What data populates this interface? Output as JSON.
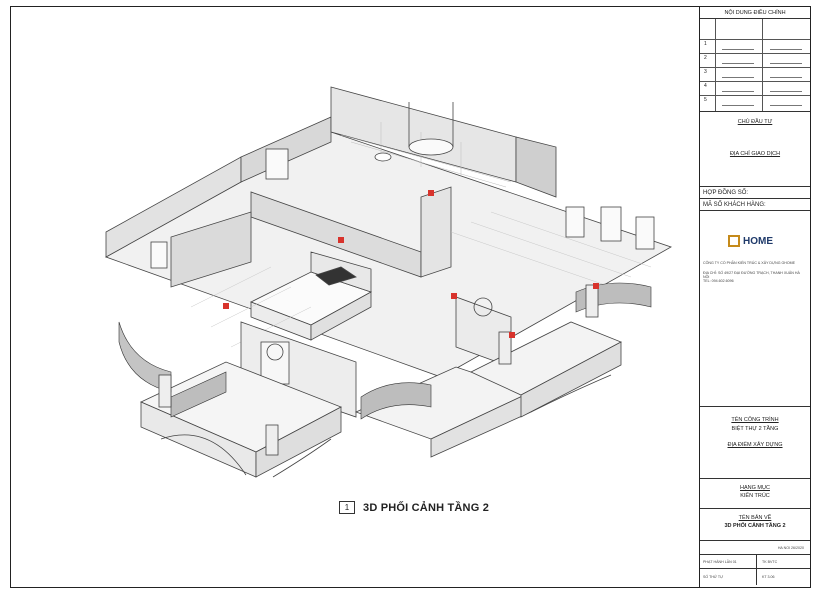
{
  "drawing": {
    "caption_number": "1",
    "caption_title": "3D PHỐI CẢNH TẦNG 2"
  },
  "titleblock": {
    "revision_header": "NỘI DUNG ĐIỀU CHỈNH",
    "revision_numbers": [
      "1",
      "2",
      "3",
      "4",
      "5"
    ],
    "owner_label": "CHỦ ĐẦU TƯ",
    "address_label": "ĐỊA CHỈ GIAO DỊCH",
    "contract_label": "HỢP ĐỒNG SỐ:",
    "client_code_label": "MÃ SỐ KHÁCH HÀNG:",
    "logo_text": "HOME",
    "company_name": "CÔNG TY CỔ PHẦN KIẾN TRÚC & XÂY DỰNG GHOME",
    "company_address": "ĐỊA CHỈ: SỐ 49/27 ĐẠI ĐƯỜNG TRẠCH, THANH XUÂN HÀ NỘI",
    "company_phone": "TEL: 094.602.6096",
    "project_label": "TÊN CÔNG TRÌNH",
    "project_name": "BIỆT THỰ 2 TẦNG",
    "site_label": "ĐỊA ĐIỂM XÂY DỰNG",
    "category_label": "HẠNG MỤC",
    "category_value": "KIẾN TRÚC",
    "sheet_label": "TÊN BẢN VẼ",
    "sheet_title": "3D PHỐI CẢNH TẦNG 2",
    "code": "HA NOI 26/2020",
    "row1_left": "PHẠT HÀNH LẦN 01",
    "row1_right": "TK BVTC",
    "row2_left": "SỐ THỨ TỰ",
    "row2_right": "KT 3.06"
  },
  "colors": {
    "accent_red": "#d8332c",
    "logo_orange": "#c58a1a",
    "logo_blue": "#1f3a6a"
  }
}
